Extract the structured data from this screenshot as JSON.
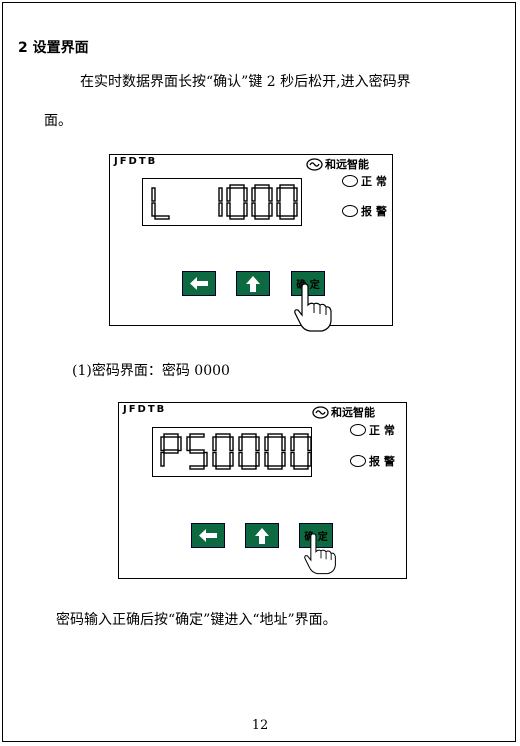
{
  "section_title": "2 设置界面",
  "intro_line1": "在实时数据界面长按“确认”键 2 秒后松开,进入密码界",
  "intro_line2": "面。",
  "panel": {
    "brand": "JFDTB",
    "logo_text": "和远智能",
    "status_normal": "正 常",
    "status_alarm": "报 警",
    "confirm_key": "确 定"
  },
  "display1": "L 1000",
  "caption1": "(1)密码界面：密码 0000",
  "display2": "PS0000",
  "note": "密码输入正确后按“确定”键进入“地址”界面。",
  "page_number": "12"
}
